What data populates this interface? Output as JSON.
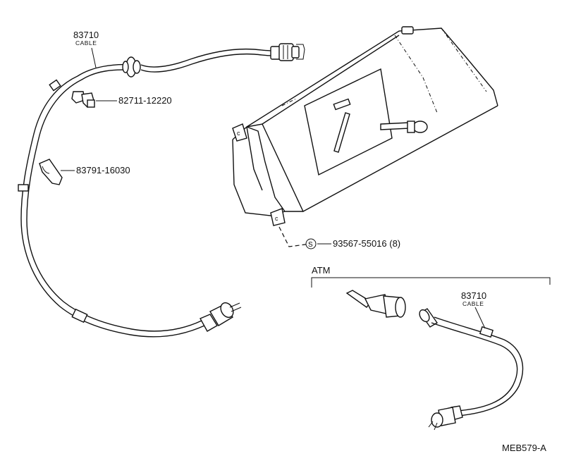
{
  "labels": {
    "cable_top_number": "83710",
    "cable_top_word": "CABLE",
    "clip_part": "82711-12220",
    "clamp_part": "83791-16030",
    "screw_symbol": "S",
    "screw_part": "93567-55016 (8)",
    "atm_section": "ATM",
    "cable_atm_number": "83710",
    "cable_atm_word": "CABLE",
    "drawing_code": "MEB579-A"
  }
}
